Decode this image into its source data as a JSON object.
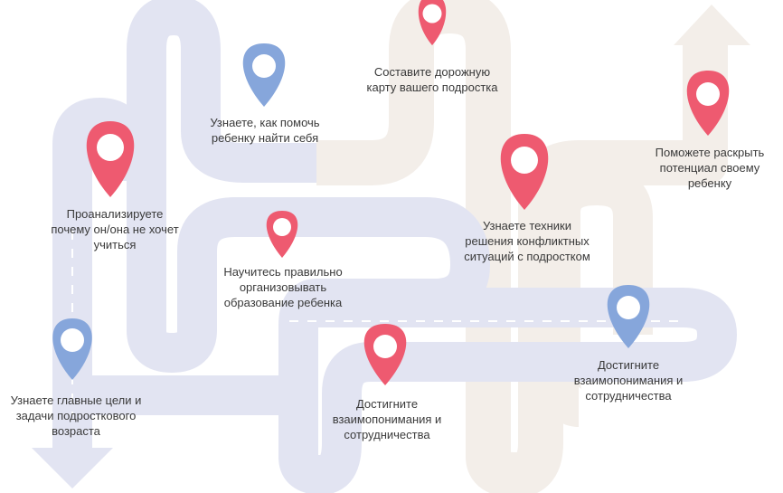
{
  "colors": {
    "road_blue": "#e2e4f2",
    "road_beige": "#f3eee9",
    "marker_red": "#ee5a70",
    "marker_blue": "#86a6db",
    "dash": "#ffffff",
    "text": "#3a3a3a"
  },
  "milestones": [
    {
      "id": "roadmap",
      "color": "red",
      "text": "Составите дорожную\nкарту вашего подростка"
    },
    {
      "id": "help-find",
      "color": "blue",
      "text": "Узнаете, как помочь\nребенку найти себя"
    },
    {
      "id": "potential",
      "color": "red",
      "text": "Поможете раскрыть\nпотенциал своему\nребенку"
    },
    {
      "id": "analyze",
      "color": "red",
      "text": "Проанализируете\nпочему он/она не хочет\nучиться"
    },
    {
      "id": "conflicts",
      "color": "red",
      "text": "Узнаете техники\nрешения конфликтных\nситуаций с подростком"
    },
    {
      "id": "organize",
      "color": "red",
      "text": "Научитесь правильно\nорганизовывать\nобразование ребенка"
    },
    {
      "id": "goals",
      "color": "blue",
      "text": "Узнаете главные цели и\nзадачи подросткового\nвозраста"
    },
    {
      "id": "understand-1",
      "color": "red",
      "text": "Достигните\nвзаимопонимания и\nсотрудничества"
    },
    {
      "id": "understand-2",
      "color": "blue",
      "text": "Достигните\nвзаимопонимания и\nсотрудничества"
    }
  ]
}
